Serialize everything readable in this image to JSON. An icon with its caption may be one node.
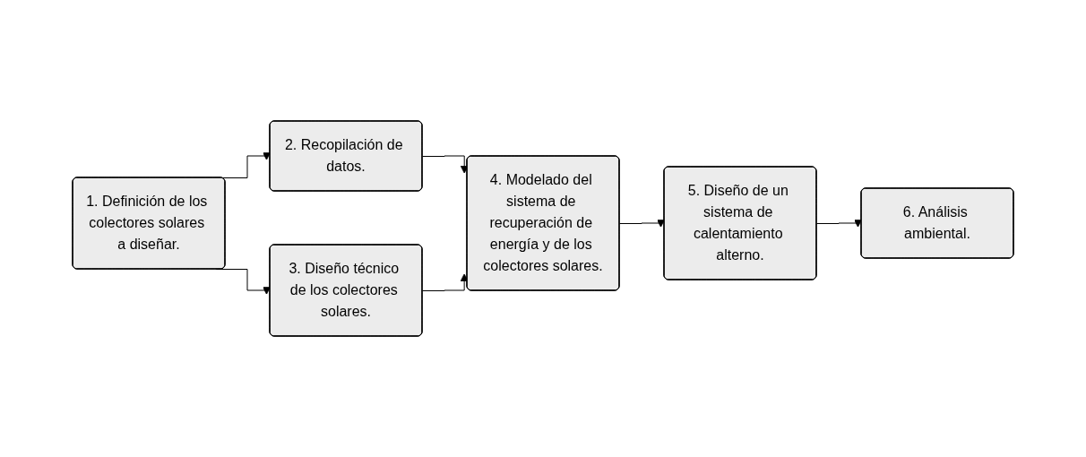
{
  "diagram": {
    "nodes": [
      {
        "text": [
          "1. Definición de los colectores solares a diseñar."
        ]
      },
      {
        "text": [
          "2. Recopilación de datos."
        ]
      },
      {
        "text": [
          "3. Diseño técnico de los colectores solares."
        ]
      },
      {
        "text": [
          "4. Modelado del sistema de recuperación de energía y de los colectores solares."
        ]
      },
      {
        "text": [
          "5. Diseño de un sistema de calentamiento alterno."
        ]
      },
      {
        "text": [
          "6. Análisis ambiental."
        ]
      }
    ],
    "edges": [
      {
        "from": 0,
        "to": 1,
        "arrow": "to"
      },
      {
        "from": 0,
        "to": 2,
        "arrow": "to"
      },
      {
        "from": 1,
        "to": 3,
        "arrow": "to"
      },
      {
        "from": 2,
        "to": 3,
        "arrow": "to"
      },
      {
        "from": 3,
        "to": 4,
        "arrow": "to"
      },
      {
        "from": 4,
        "to": 5,
        "arrow": "to"
      }
    ]
  }
}
